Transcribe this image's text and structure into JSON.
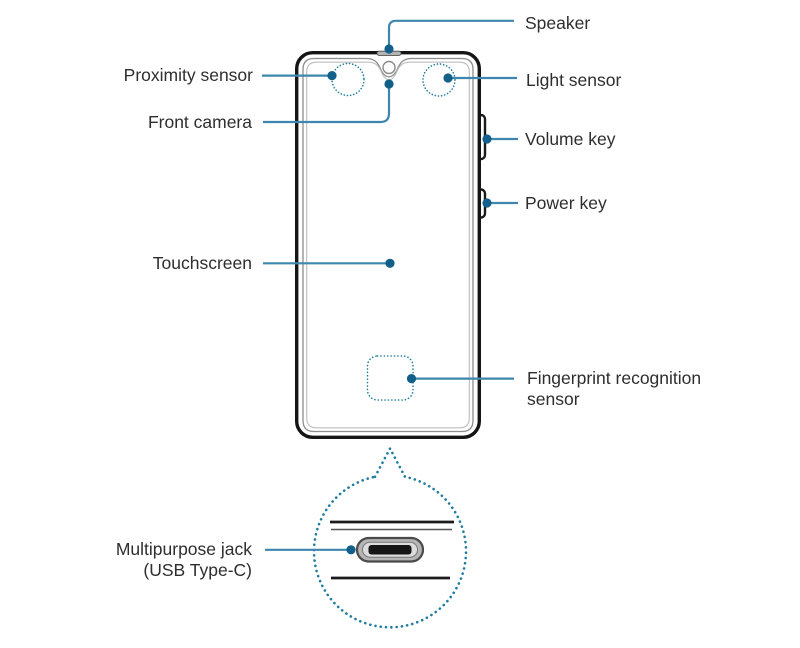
{
  "labels": {
    "speaker": "Speaker",
    "proximity_sensor": "Proximity sensor",
    "front_camera": "Front camera",
    "light_sensor": "Light sensor",
    "volume_key": "Volume key",
    "power_key": "Power key",
    "touchscreen": "Touchscreen",
    "fingerprint_line1": "Fingerprint recognition",
    "fingerprint_line2": "sensor",
    "multipurpose_jack_line1": "Multipurpose jack",
    "multipurpose_jack_line2": "(USB Type-C)"
  },
  "colors": {
    "leader_line": "#3e86ae",
    "leader_dot": "#12608a",
    "teal_dotted": "#1f7c9e",
    "phone_outline": "#151515",
    "bezel_gray": "#8d8d8d",
    "text": "#2e2e2e",
    "background": "#ffffff"
  }
}
